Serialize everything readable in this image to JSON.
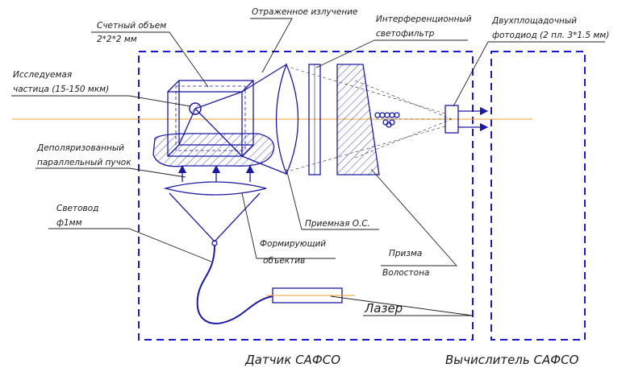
{
  "labels": {
    "counting_volume": "Счетный объем",
    "counting_volume_size": "2*2*2 мм",
    "reflected_radiation": "Отраженное излучение",
    "interference": "Интерференционный",
    "light_filter": "светофильтр",
    "photodiode": "Двухплощадочный",
    "photodiode_spec": "фотодиод (2 пл. 3*1.5 мм)",
    "particle": "Исследуемая",
    "particle_size": "частица (15-150 мкм)",
    "depolarized": "Деполяризованный",
    "parallel_beam": "параллельный пучок",
    "light_guide": "Световод",
    "diameter": "ф1мм",
    "receiving_optics": "Приемная О.С.",
    "forming": "Формирующий",
    "lens": "объектив",
    "prism": "Призма",
    "wollaston": "Волостона",
    "laser": "Лазер",
    "sensor_caption": "Датчик САФСО",
    "computer_caption": "Вычислитель САФСО"
  },
  "colors": {
    "frame": "#1a1ac8",
    "optics": "#1a1aa0",
    "axis": "#e8a030",
    "text": "#1a1a1a"
  }
}
